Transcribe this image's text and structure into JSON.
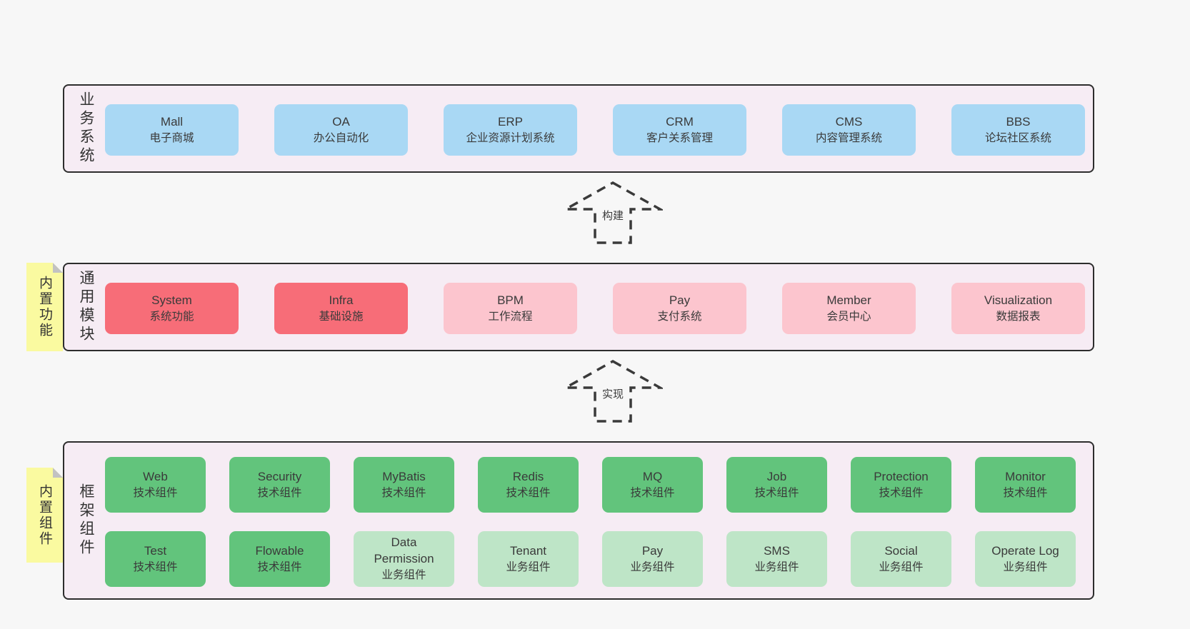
{
  "diagram": {
    "layers": {
      "business": {
        "label": "业务系统",
        "boxes": [
          {
            "name": "Mall",
            "sub": "电子商城"
          },
          {
            "name": "OA",
            "sub": "办公自动化"
          },
          {
            "name": "ERP",
            "sub": "企业资源计划系统"
          },
          {
            "name": "CRM",
            "sub": "客户关系管理"
          },
          {
            "name": "CMS",
            "sub": "内容管理系统"
          },
          {
            "name": "BBS",
            "sub": "论坛社区系统"
          }
        ]
      },
      "modules": {
        "label": "通用模块",
        "sticky": "内置功能",
        "boxes": [
          {
            "name": "System",
            "sub": "系统功能"
          },
          {
            "name": "Infra",
            "sub": "基础设施"
          },
          {
            "name": "BPM",
            "sub": "工作流程"
          },
          {
            "name": "Pay",
            "sub": "支付系统"
          },
          {
            "name": "Member",
            "sub": "会员中心"
          },
          {
            "name": "Visualization",
            "sub": "数据报表"
          }
        ]
      },
      "components": {
        "label": "框架组件",
        "sticky": "内置组件",
        "row1": [
          {
            "name": "Web",
            "sub": "技术组件"
          },
          {
            "name": "Security",
            "sub": "技术组件"
          },
          {
            "name": "MyBatis",
            "sub": "技术组件"
          },
          {
            "name": "Redis",
            "sub": "技术组件"
          },
          {
            "name": "MQ",
            "sub": "技术组件"
          },
          {
            "name": "Job",
            "sub": "技术组件"
          },
          {
            "name": "Protection",
            "sub": "技术组件"
          },
          {
            "name": "Monitor",
            "sub": "技术组件"
          }
        ],
        "row2": [
          {
            "name": "Test",
            "sub": "技术组件"
          },
          {
            "name": "Flowable",
            "sub": "技术组件"
          },
          {
            "name": "Data Permission",
            "sub": "业务组件"
          },
          {
            "name": "Tenant",
            "sub": "业务组件"
          },
          {
            "name": "Pay",
            "sub": "业务组件"
          },
          {
            "name": "SMS",
            "sub": "业务组件"
          },
          {
            "name": "Social",
            "sub": "业务组件"
          },
          {
            "name": "Operate Log",
            "sub": "业务组件"
          }
        ]
      }
    },
    "arrows": [
      {
        "label": "构建"
      },
      {
        "label": "实现"
      }
    ],
    "colors": {
      "page_background": "#f7f7f7",
      "layer_background": "#f6ecf4",
      "layer_border": "#2d2d2d",
      "blue_box": "#a9d8f4",
      "red_box": "#f76d78",
      "pink_box": "#fcc5ce",
      "green_box": "#62c47c",
      "light_green_box": "#bee5c7",
      "sticky_note": "#fafaa0",
      "sticky_fold": "#c2c2c2"
    }
  }
}
